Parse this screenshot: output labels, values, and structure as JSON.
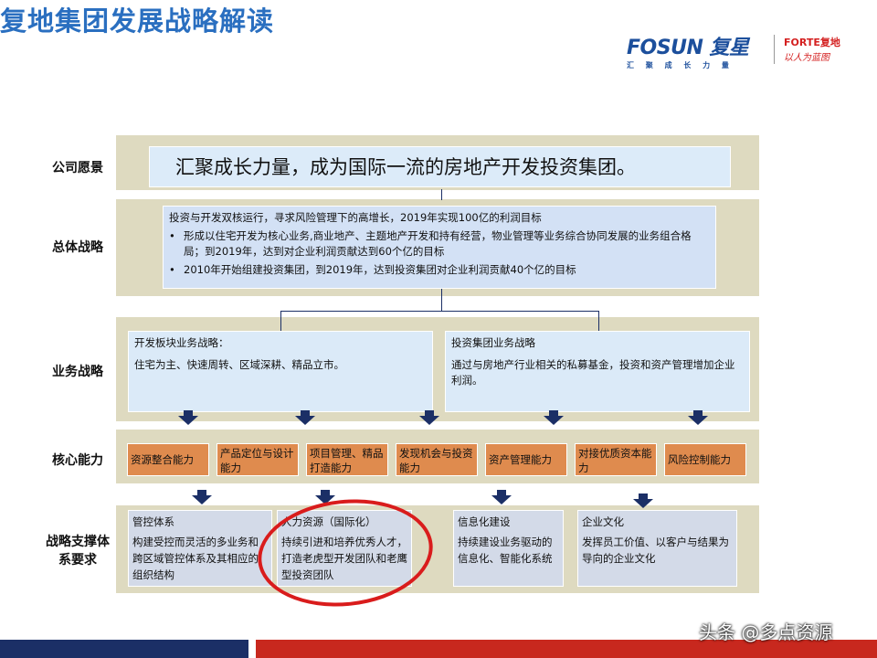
{
  "title": "复地集团发展战略解读",
  "logo": {
    "fosun": "FOSUN 复星",
    "fosun_slogan": "汇 聚 成 长 力 量",
    "forte": "FORTE复地",
    "forte_slogan": "以人为蓝图"
  },
  "rows": {
    "vision": {
      "label": "公司愿景",
      "text": "汇聚成长力量，成为国际一流的房地产开发投资集团。"
    },
    "overall": {
      "label": "总体战略",
      "intro": "投资与开发双核运行，寻求风险管理下的高增长，2019年实现100亿的利润目标",
      "bullets": [
        "形成以住宅开发为核心业务,商业地产、主题地产开发和持有经营，物业管理等业务综合协同发展的业务组合格局；到2019年，达到对企业利润贡献达到60个亿的目标",
        "2010年开始组建投资集团，到2019年，达到投资集团对企业利润贡献40个亿的目标"
      ]
    },
    "business": {
      "label": "业务战略",
      "items": [
        {
          "title": "开发板块业务战略：",
          "text": "住宅为主、快速周转、区域深耕、精品立市。"
        },
        {
          "title": "投资集团业务战略",
          "text": "通过与房地产行业相关的私募基金，投资和资产管理增加企业利润。"
        }
      ]
    },
    "core": {
      "label": "核心能力",
      "items": [
        "资源整合能力",
        "产品定位与设计能力",
        "项目管理、精品打造能力",
        "发现机会与投资能力",
        "资产管理能力",
        "对接优质资本能力",
        "风险控制能力"
      ]
    },
    "support": {
      "label": "战略支撑体系要求",
      "items": [
        {
          "title": "管控体系",
          "text": "构建受控而灵活的多业务和跨区域管控体系及其相应的组织结构"
        },
        {
          "title": "人力资源（国际化）",
          "text": "持续引进和培养优秀人才，打造老虎型开发团队和老鹰型投资团队"
        },
        {
          "title": "信息化建设",
          "text": "持续建设业务驱动的信息化、智能化系统"
        },
        {
          "title": "企业文化",
          "text": "发挥员工价值、以客户与结果为导向的企业文化"
        }
      ]
    }
  },
  "watermark": "头条 @多点资源",
  "colors": {
    "title": "#2a6fc0",
    "band": "#dedac0",
    "box": "#d3e1f5",
    "orange": "#df8b4e",
    "arrow": "#1b2f66",
    "highlight": "#d91c1c",
    "bar_left": "#1b2f66",
    "bar_right": "#c8281e"
  }
}
